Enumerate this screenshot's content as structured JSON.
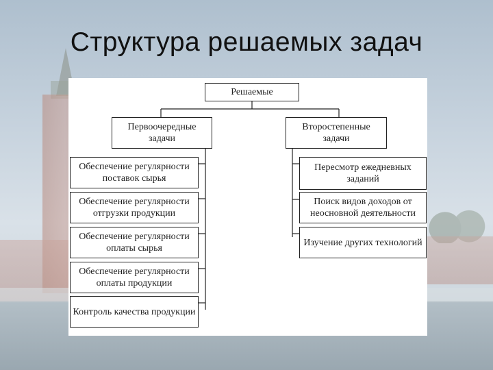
{
  "slide": {
    "title": "Структура решаемых задач"
  },
  "diagram": {
    "root": {
      "label": "Решаемые"
    },
    "branches": [
      {
        "label": "Первоочередные задачи",
        "items": [
          "Обеспечение регулярности поставок сырья",
          "Обеспечение регулярности отгрузки продукции",
          "Обеспечение регулярности оплаты сырья",
          "Обеспечение регулярности оплаты продукции",
          "Контроль качества продукции"
        ]
      },
      {
        "label": "Второстепенные задачи",
        "items": [
          "Пересмотр ежедневных заданий",
          "Поиск видов доходов от неосновной деятельности",
          "Изучение других технологий"
        ]
      }
    ]
  }
}
